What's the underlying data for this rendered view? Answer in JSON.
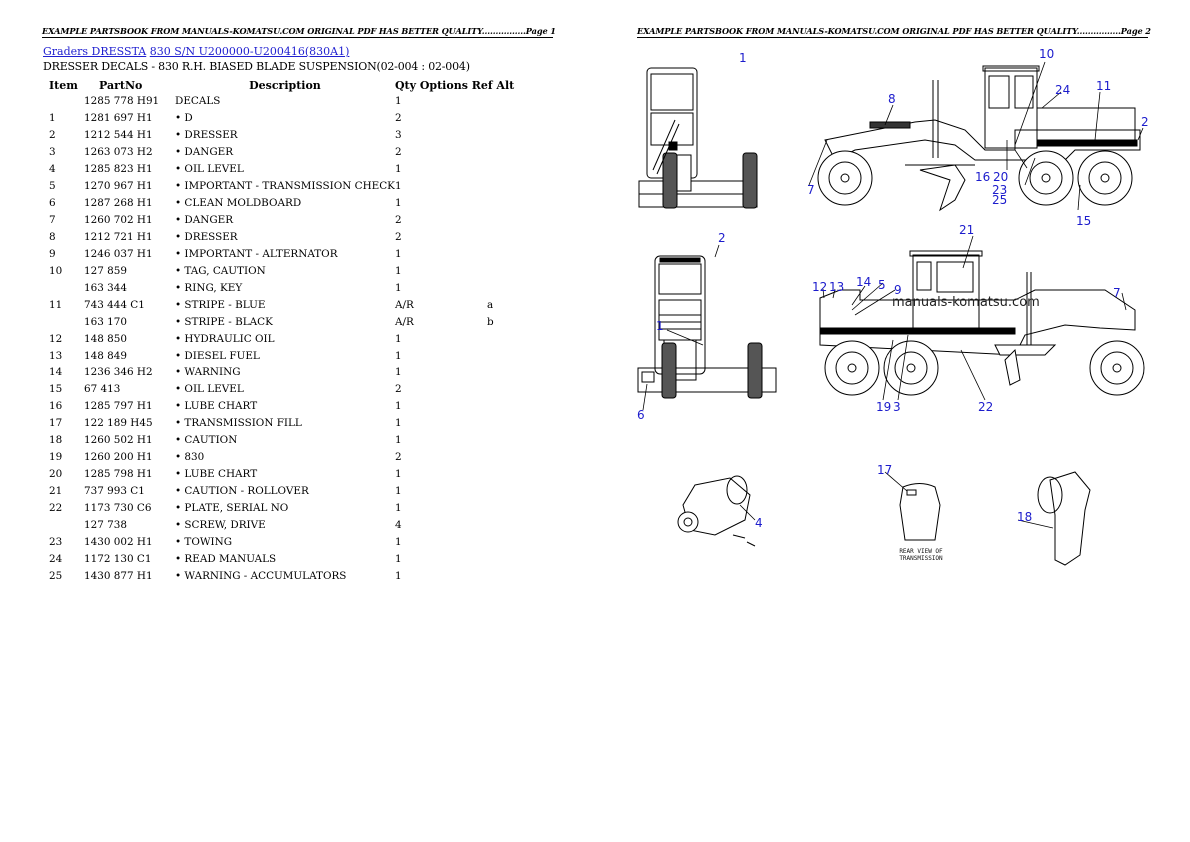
{
  "page1": {
    "running_header": "EXAMPLE PARTSBOOK FROM MANUALS-KOMATSU.COM ORIGINAL PDF HAS BETTER QUALITY................Page 1",
    "breadcrumb": {
      "link1": "Graders DRESSTA",
      "link2": "830 S/N U200000-U200416(830A1)"
    },
    "subtitle": "DRESSER DECALS - 830 R.H. BIASED BLADE SUSPENSION(02-004 : 02-004)",
    "table": {
      "headers": {
        "item": "Item",
        "partno": "PartNo",
        "description": "Description",
        "qty_options_ref_alt": "Qty Options Ref Alt"
      },
      "rows": [
        {
          "item": "",
          "partno": "1285 778 H91",
          "desc": "DECALS",
          "qty": "1",
          "options": "",
          "ref": ""
        },
        {
          "item": "1",
          "partno": "1281 697 H1",
          "desc": "• D",
          "qty": "2",
          "options": "",
          "ref": ""
        },
        {
          "item": "2",
          "partno": "1212 544 H1",
          "desc": "• DRESSER",
          "qty": "3",
          "options": "",
          "ref": ""
        },
        {
          "item": "3",
          "partno": "1263 073 H2",
          "desc": "• DANGER",
          "qty": "2",
          "options": "",
          "ref": ""
        },
        {
          "item": "4",
          "partno": "1285 823 H1",
          "desc": "• OIL LEVEL",
          "qty": "1",
          "options": "",
          "ref": ""
        },
        {
          "item": "5",
          "partno": "1270 967 H1",
          "desc": "• IMPORTANT - TRANSMISSION CHECK",
          "qty": "1",
          "options": "",
          "ref": ""
        },
        {
          "item": "6",
          "partno": "1287 268 H1",
          "desc": "• CLEAN MOLDBOARD",
          "qty": "1",
          "options": "",
          "ref": ""
        },
        {
          "item": "7",
          "partno": "1260 702 H1",
          "desc": "• DANGER",
          "qty": "2",
          "options": "",
          "ref": ""
        },
        {
          "item": "8",
          "partno": "1212 721 H1",
          "desc": "• DRESSER",
          "qty": "2",
          "options": "",
          "ref": ""
        },
        {
          "item": "9",
          "partno": "1246 037 H1",
          "desc": "• IMPORTANT - ALTERNATOR",
          "qty": "1",
          "options": "",
          "ref": ""
        },
        {
          "item": "10",
          "partno": "127 859",
          "desc": "• TAG, CAUTION",
          "qty": "1",
          "options": "",
          "ref": ""
        },
        {
          "item": "",
          "partno": "163 344",
          "desc": "• RING, KEY",
          "qty": "1",
          "options": "",
          "ref": ""
        },
        {
          "item": "11",
          "partno": "743 444 C1",
          "desc": "• STRIPE - BLUE",
          "qty": "A/R",
          "options": "",
          "ref": "a"
        },
        {
          "item": "",
          "partno": "163 170",
          "desc": "• STRIPE - BLACK",
          "qty": "A/R",
          "options": "",
          "ref": "b"
        },
        {
          "item": "12",
          "partno": "148 850",
          "desc": "• HYDRAULIC OIL",
          "qty": "1",
          "options": "",
          "ref": ""
        },
        {
          "item": "13",
          "partno": "148 849",
          "desc": "• DIESEL FUEL",
          "qty": "1",
          "options": "",
          "ref": ""
        },
        {
          "item": "14",
          "partno": "1236 346 H2",
          "desc": "• WARNING",
          "qty": "1",
          "options": "",
          "ref": ""
        },
        {
          "item": "15",
          "partno": "67 413",
          "desc": "• OIL LEVEL",
          "qty": "2",
          "options": "",
          "ref": ""
        },
        {
          "item": "16",
          "partno": "1285 797 H1",
          "desc": "• LUBE CHART",
          "qty": "1",
          "options": "",
          "ref": ""
        },
        {
          "item": "17",
          "partno": "122 189 H45",
          "desc": "• TRANSMISSION FILL",
          "qty": "1",
          "options": "",
          "ref": ""
        },
        {
          "item": "18",
          "partno": "1260 502 H1",
          "desc": "• CAUTION",
          "qty": "1",
          "options": "",
          "ref": ""
        },
        {
          "item": "19",
          "partno": "1260 200 H1",
          "desc": "• 830",
          "qty": "2",
          "options": "",
          "ref": ""
        },
        {
          "item": "20",
          "partno": "1285 798 H1",
          "desc": "• LUBE CHART",
          "qty": "1",
          "options": "",
          "ref": ""
        },
        {
          "item": "21",
          "partno": "737 993 C1",
          "desc": "• CAUTION - ROLLOVER",
          "qty": "1",
          "options": "",
          "ref": ""
        },
        {
          "item": "22",
          "partno": "1173 730 C6",
          "desc": "• PLATE, SERIAL NO",
          "qty": "1",
          "options": "",
          "ref": ""
        },
        {
          "item": "",
          "partno": "127 738",
          "desc": "• SCREW, DRIVE",
          "qty": "4",
          "options": "",
          "ref": ""
        },
        {
          "item": "23",
          "partno": "1430 002 H1",
          "desc": "• TOWING",
          "qty": "1",
          "options": "",
          "ref": ""
        },
        {
          "item": "24",
          "partno": "1172 130 C1",
          "desc": "• READ MANUALS",
          "qty": "1",
          "options": "",
          "ref": ""
        },
        {
          "item": "25",
          "partno": "1430 877 H1",
          "desc": "• WARNING - ACCUMULATORS",
          "qty": "1",
          "options": "",
          "ref": ""
        }
      ]
    }
  },
  "page2": {
    "running_header": "EXAMPLE PARTSBOOK FROM MANUALS-KOMATSU.COM ORIGINAL PDF HAS BETTER QUALITY................Page 2",
    "watermark": "manuals-komatsu.com",
    "callout_color": "#1c1ccc",
    "caption_line1": "REAR VIEW OF",
    "caption_line2": "TRANSMISSION",
    "callouts": {
      "front_top": [
        "1"
      ],
      "side_top": [
        "8",
        "7",
        "10",
        "24",
        "11",
        "2",
        "16",
        "20",
        "23",
        "25",
        "15"
      ],
      "rear_view": [
        "2",
        "1",
        "6"
      ],
      "side_bottom": [
        "21",
        "12",
        "13",
        "14",
        "5",
        "9",
        "7",
        "19",
        "3",
        "22"
      ],
      "details": [
        "4",
        "17",
        "18"
      ]
    }
  }
}
